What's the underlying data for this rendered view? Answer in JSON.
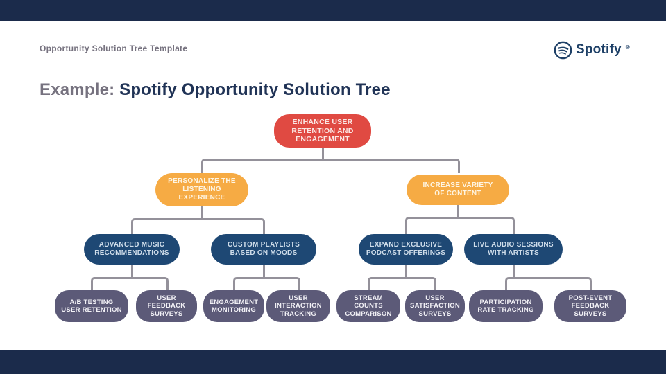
{
  "header": {
    "template_label": "Opportunity Solution Tree Template",
    "brand": {
      "wordmark": "Spotify",
      "registered": "®"
    }
  },
  "title": {
    "prefix": "Example:",
    "main": " Spotify Opportunity Solution Tree"
  },
  "colors": {
    "barNavy": "#1B2B4B",
    "red": "#E04A42",
    "redText": "#FAE7E4",
    "orange": "#F6AB44",
    "orangeText": "#FEF5E3",
    "navy": "#1E4874",
    "navyText": "#CFDDEA",
    "purple": "#5C5A78",
    "purpleText": "#F2F1F6",
    "connector": "#94919A",
    "titleNavy": "#203356",
    "muted": "#76727F",
    "logoNavy": "#1E4067"
  },
  "tree": {
    "root": {
      "level": "outcome",
      "label": "ENHANCE USER\nRETENTION AND\nENGAGEMENT"
    },
    "opportunities": [
      {
        "label": "PERSONALIZE THE\nLISTENING\nEXPERIENCE"
      },
      {
        "label": "INCREASE VARIETY\nOF CONTENT"
      }
    ],
    "solutions": [
      {
        "label": "ADVANCED MUSIC\nRECOMMENDATIONS"
      },
      {
        "label": "CUSTOM PLAYLISTS\nBASED ON MOODS"
      },
      {
        "label": "EXPAND EXCLUSIVE\nPODCAST OFFERINGS"
      },
      {
        "label": "LIVE AUDIO SESSIONS\nWITH ARTISTS"
      }
    ],
    "experiments": [
      {
        "label": "A/B TESTING\nUSER RETENTION"
      },
      {
        "label": "USER\nFEEDBACK\nSURVEYS"
      },
      {
        "label": "ENGAGEMENT\nMONITORING"
      },
      {
        "label": "USER\nINTERACTION\nTRACKING"
      },
      {
        "label": "STREAM\nCOUNTS\nCOMPARISON"
      },
      {
        "label": "USER\nSATISFACTION\nSURVEYS"
      },
      {
        "label": "PARTICIPATION\nRATE TRACKING"
      },
      {
        "label": "POST-EVENT\nFEEDBACK\nSURVEYS"
      }
    ]
  }
}
